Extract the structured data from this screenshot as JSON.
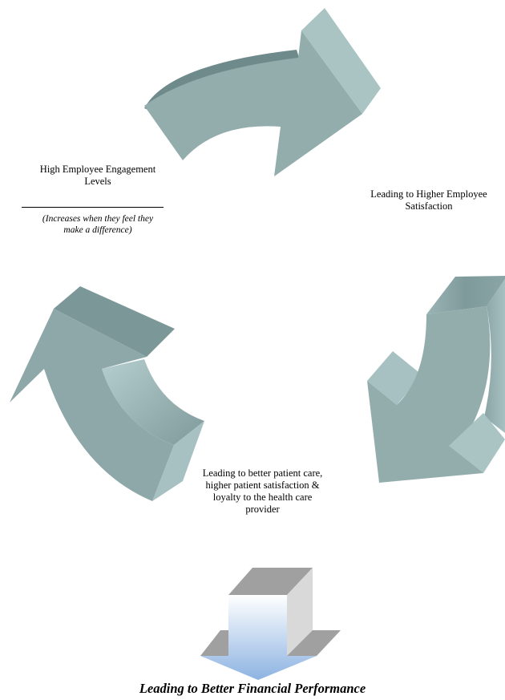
{
  "cycle_steps": [
    {
      "label": "High Employee Engagement\nLevels",
      "note": "(Increases when they feel they\nmake a difference)"
    },
    {
      "label": "Leading to Higher Employee\nSatisfaction"
    },
    {
      "label": "Leading to better patient care,\nhigher patient satisfaction &\nloyalty to the health care\nprovider"
    }
  ],
  "outcome": {
    "label": "Leading to Better Financial Performance"
  },
  "colors": {
    "arrow_face": "#93adad",
    "arrow_dark": "#6f8a8b",
    "arrow_light": "#aac4c4",
    "box_top": "#a0a0a0",
    "box_side": "#d9d9d9",
    "box_front_top": "#ffffff",
    "box_front_bottom": "#8db3e2"
  }
}
